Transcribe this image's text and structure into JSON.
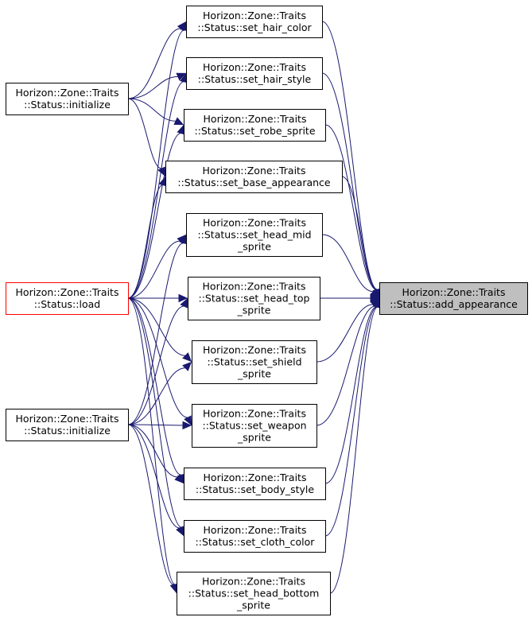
{
  "graph": {
    "type": "caller-graph",
    "nodes": [
      {
        "id": "add_appearance",
        "line1": "Horizon::Zone::Traits",
        "line2": "::Status::add_appearance",
        "line3": "",
        "style": "target"
      },
      {
        "id": "set_hair_color",
        "line1": "Horizon::Zone::Traits",
        "line2": "::Status::set_hair_color",
        "line3": "",
        "style": "normal"
      },
      {
        "id": "set_hair_style",
        "line1": "Horizon::Zone::Traits",
        "line2": "::Status::set_hair_style",
        "line3": "",
        "style": "normal"
      },
      {
        "id": "set_robe_sprite",
        "line1": "Horizon::Zone::Traits",
        "line2": "::Status::set_robe_sprite",
        "line3": "",
        "style": "normal"
      },
      {
        "id": "set_base_appearance",
        "line1": "Horizon::Zone::Traits",
        "line2": "::Status::set_base_appearance",
        "line3": "",
        "style": "normal"
      },
      {
        "id": "set_head_mid_sprite",
        "line1": "Horizon::Zone::Traits",
        "line2": "::Status::set_head_mid",
        "line3": "_sprite",
        "style": "normal"
      },
      {
        "id": "set_head_top_sprite",
        "line1": "Horizon::Zone::Traits",
        "line2": "::Status::set_head_top",
        "line3": "_sprite",
        "style": "normal"
      },
      {
        "id": "set_shield_sprite",
        "line1": "Horizon::Zone::Traits",
        "line2": "::Status::set_shield",
        "line3": "_sprite",
        "style": "normal"
      },
      {
        "id": "set_weapon_sprite",
        "line1": "Horizon::Zone::Traits",
        "line2": "::Status::set_weapon",
        "line3": "_sprite",
        "style": "normal"
      },
      {
        "id": "set_body_style",
        "line1": "Horizon::Zone::Traits",
        "line2": "::Status::set_body_style",
        "line3": "",
        "style": "normal"
      },
      {
        "id": "set_cloth_color",
        "line1": "Horizon::Zone::Traits",
        "line2": "::Status::set_cloth_color",
        "line3": "",
        "style": "normal"
      },
      {
        "id": "set_head_bottom_sprite",
        "line1": "Horizon::Zone::Traits",
        "line2": "::Status::set_head_bottom",
        "line3": "_sprite",
        "style": "normal"
      },
      {
        "id": "initialize_1",
        "line1": "Horizon::Zone::Traits",
        "line2": "::Status::initialize",
        "line3": "",
        "style": "normal"
      },
      {
        "id": "load",
        "line1": "Horizon::Zone::Traits",
        "line2": "::Status::load",
        "line3": "",
        "style": "highlight"
      },
      {
        "id": "initialize_2",
        "line1": "Horizon::Zone::Traits",
        "line2": "::Status::initialize",
        "line3": "",
        "style": "normal"
      }
    ],
    "edges": [
      {
        "from": "set_hair_color",
        "to": "add_appearance"
      },
      {
        "from": "set_hair_style",
        "to": "add_appearance"
      },
      {
        "from": "set_robe_sprite",
        "to": "add_appearance"
      },
      {
        "from": "set_base_appearance",
        "to": "add_appearance"
      },
      {
        "from": "set_head_mid_sprite",
        "to": "add_appearance"
      },
      {
        "from": "set_head_top_sprite",
        "to": "add_appearance"
      },
      {
        "from": "set_shield_sprite",
        "to": "add_appearance"
      },
      {
        "from": "set_weapon_sprite",
        "to": "add_appearance"
      },
      {
        "from": "set_body_style",
        "to": "add_appearance"
      },
      {
        "from": "set_cloth_color",
        "to": "add_appearance"
      },
      {
        "from": "set_head_bottom_sprite",
        "to": "add_appearance"
      },
      {
        "from": "initialize_1",
        "to": "set_hair_color"
      },
      {
        "from": "initialize_1",
        "to": "set_hair_style"
      },
      {
        "from": "initialize_1",
        "to": "set_robe_sprite"
      },
      {
        "from": "initialize_1",
        "to": "set_base_appearance"
      },
      {
        "from": "load",
        "to": "set_hair_color"
      },
      {
        "from": "load",
        "to": "set_hair_style"
      },
      {
        "from": "load",
        "to": "set_robe_sprite"
      },
      {
        "from": "load",
        "to": "set_base_appearance"
      },
      {
        "from": "load",
        "to": "set_head_mid_sprite"
      },
      {
        "from": "load",
        "to": "set_head_top_sprite"
      },
      {
        "from": "load",
        "to": "set_shield_sprite"
      },
      {
        "from": "load",
        "to": "set_weapon_sprite"
      },
      {
        "from": "load",
        "to": "set_body_style"
      },
      {
        "from": "load",
        "to": "set_cloth_color"
      },
      {
        "from": "load",
        "to": "set_head_bottom_sprite"
      },
      {
        "from": "initialize_2",
        "to": "set_head_mid_sprite"
      },
      {
        "from": "initialize_2",
        "to": "set_head_top_sprite"
      },
      {
        "from": "initialize_2",
        "to": "set_shield_sprite"
      },
      {
        "from": "initialize_2",
        "to": "set_weapon_sprite"
      },
      {
        "from": "initialize_2",
        "to": "set_body_style"
      },
      {
        "from": "initialize_2",
        "to": "set_cloth_color"
      },
      {
        "from": "initialize_2",
        "to": "set_head_bottom_sprite"
      }
    ]
  },
  "colors": {
    "edge": "#191970",
    "node_border": "#000000",
    "highlight_border": "#ff0000",
    "target_fill": "#bfbfbf",
    "background": "#ffffff"
  }
}
